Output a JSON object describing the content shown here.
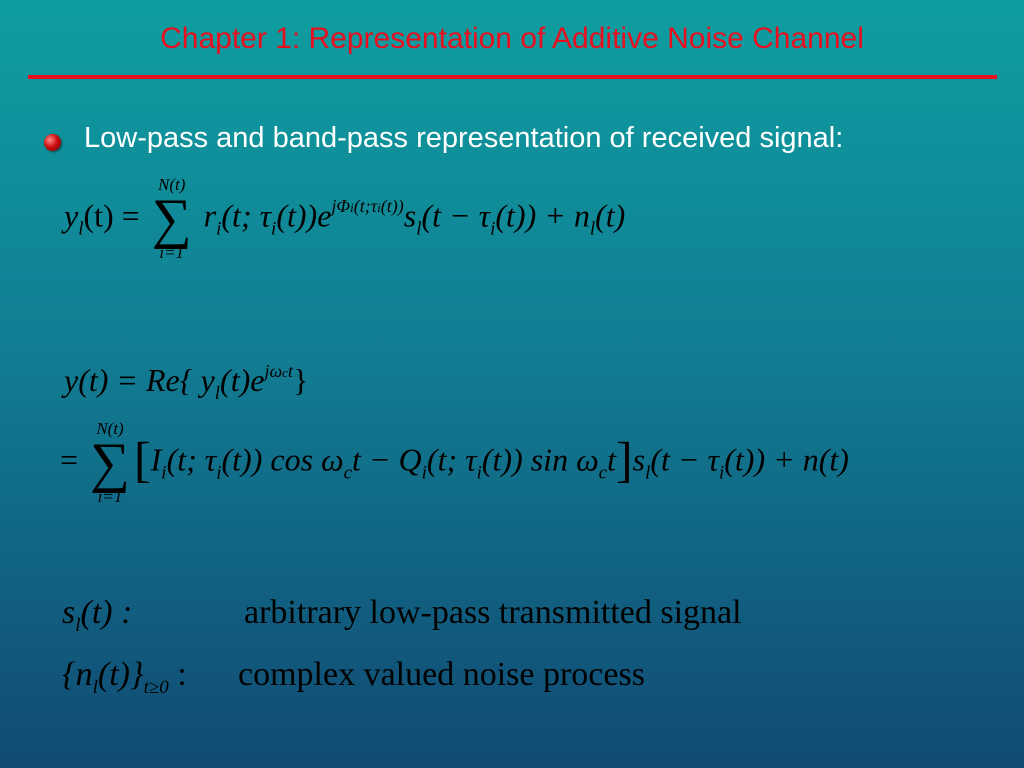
{
  "slide": {
    "title": "Chapter 1: Representation of Additive Noise Channel",
    "bullet": "Low-pass and band-pass representation of received signal:"
  },
  "eq1": {
    "lhs_var": "y",
    "lhs_sub": "l",
    "lhs_arg": "(t) =",
    "sum_upper": "N(t)",
    "sum_lower": "i=1",
    "sum_symbol": "∑",
    "term_r": "r",
    "term_r_sub": "i",
    "term_r_arg": "(t; τ",
    "term_r_arg_sub": "i",
    "term_r_arg_end": "(t))e",
    "exp": "jΦ",
    "exp_sub": "i",
    "exp_arg": "(t;τ",
    "exp_arg_sub": "i",
    "exp_arg_end": "(t))",
    "term_s": "s",
    "term_s_sub": "l",
    "term_s_arg": "(t − τ",
    "term_s_arg_sub": "i",
    "term_s_arg_end": "(t)) + n",
    "noise_sub": "l",
    "noise_arg": "(t)"
  },
  "eq2": {
    "lhs": "y(t) = Re{ y",
    "lhs_sub": "l",
    "lhs_arg": "(t)e",
    "exp": "jω",
    "exp_sub": "c",
    "exp_end": "t",
    "close": "}"
  },
  "eq3": {
    "eq_sign": "=",
    "sum_upper": "N(t)",
    "sum_lower": "i=1",
    "sum_symbol": "∑",
    "open_bracket": "[",
    "close_bracket": "]",
    "I": "I",
    "I_sub": "i",
    "I_arg": "(t; τ",
    "I_arg_sub": "i",
    "I_arg_end": "(t)) cos ω",
    "cos_sub": "c",
    "cos_end": "t − Q",
    "Q_sub": "i",
    "Q_arg": "(t; τ",
    "Q_arg_sub": "i",
    "Q_arg_end": "(t)) sin ω",
    "sin_sub": "c",
    "sin_end": "t",
    "s": "s",
    "s_sub": "l",
    "s_arg": "(t − τ",
    "s_arg_sub": "i",
    "s_arg_end": "(t)) + n(t)"
  },
  "definitions": [
    {
      "symbol": "s",
      "symbol_sub": "l",
      "symbol_arg": "(t) :",
      "text": "arbitrary low-pass transmitted signal"
    },
    {
      "symbol": "{n",
      "symbol_sub": "l",
      "symbol_arg": "(t)}",
      "symbol_sub2": "t≥0",
      "symbol_end": " :",
      "text": "complex valued noise process"
    }
  ],
  "colors": {
    "title": "#e8101e",
    "rule": "#e8101e",
    "bullet_text": "#ffffff",
    "math": "#000000"
  }
}
